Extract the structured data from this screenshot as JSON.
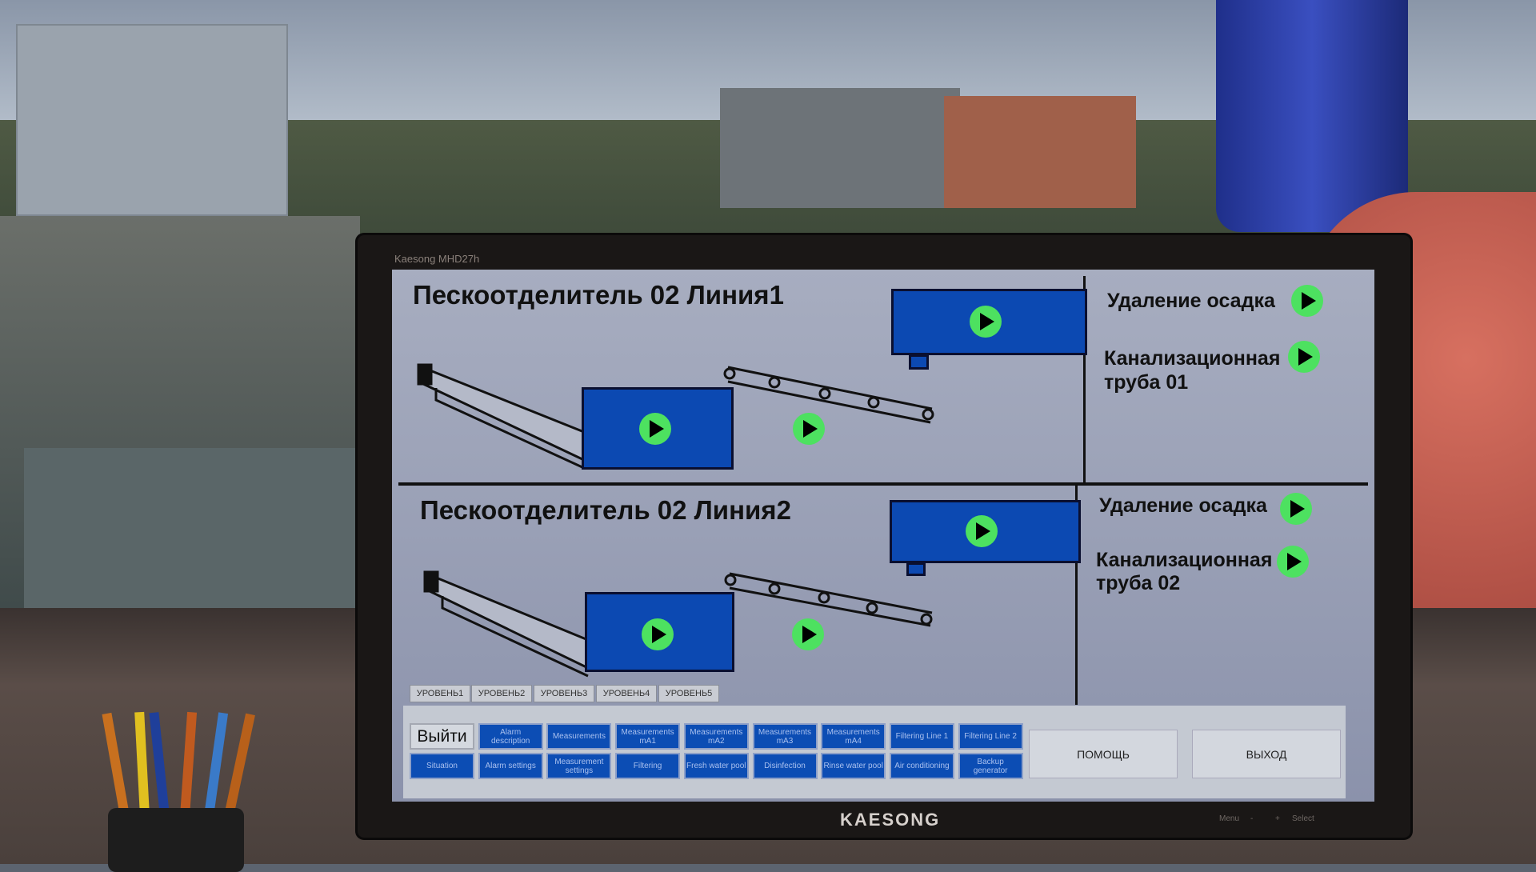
{
  "monitor": {
    "model": "Kaesong MHD27h",
    "brand": "KAESONG",
    "controls": [
      "Menu",
      "-",
      "+",
      "Select"
    ]
  },
  "lines": [
    {
      "title": "Пескоотделитель 02 Линия1",
      "right": {
        "removal": "Удаление осадка",
        "sewer1": "Канализационная",
        "sewer2": "труба 01"
      }
    },
    {
      "title": "Пескоотделитель 02 Линия2",
      "right": {
        "removal": "Удаление осадка",
        "sewer1": "Канализационная",
        "sewer2": "труба 02"
      }
    }
  ],
  "levels": [
    "УРОВЕНЬ1",
    "УРОВЕНЬ2",
    "УРОВЕНЬ3",
    "УРОВЕНЬ4",
    "УРОВЕНЬ5"
  ],
  "nav": {
    "row1": [
      "Выйти",
      "Alarm description",
      "Measurements",
      "Measurements mA1",
      "Measurements mA2",
      "Measurements mA3",
      "Measurements mA4",
      "Filtering Line 1",
      "Filtering Line 2"
    ],
    "row2": [
      "Situation",
      "Alarm settings",
      "Measurement settings",
      "Filtering",
      "Fresh water pool",
      "Disinfection",
      "Rinse water pool",
      "Air conditioning",
      "Backup generator"
    ],
    "help": "ПОМОЩЬ",
    "exit": "ВЫХОД"
  },
  "colors": {
    "equipment": "#0c49b2",
    "run": "#4de160",
    "screen": "#a7adc0"
  }
}
